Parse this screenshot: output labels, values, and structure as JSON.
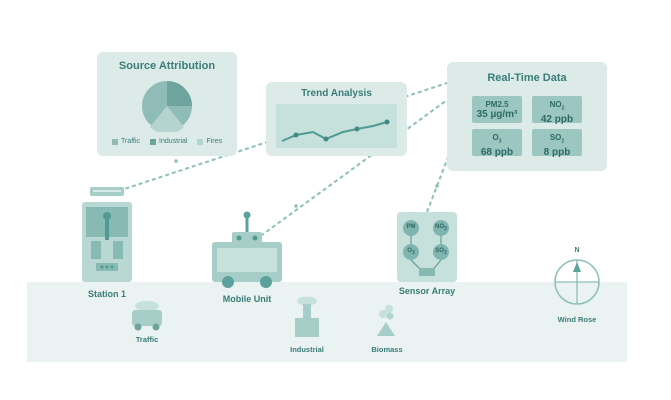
{
  "source_attribution": {
    "title": "Source Attribution",
    "legend": [
      "Traffic",
      "Industrial",
      "Fires"
    ],
    "colors": [
      "#8fbcb6",
      "#6fa39d",
      "#b4d4cf"
    ]
  },
  "trend": {
    "title": "Trend Analysis"
  },
  "realtime": {
    "title": "Real-Time Data",
    "tiles": [
      {
        "label": "PM2.5",
        "value": "35 µg/m³"
      },
      {
        "label": "NO",
        "sub": "2",
        "value": "42 ppb"
      },
      {
        "label": "O",
        "sub": "3",
        "value": "68 ppb"
      },
      {
        "label": "SO",
        "sub": "2",
        "value": "8 ppb"
      }
    ]
  },
  "stations": {
    "station1": "Station 1",
    "mobile": "Mobile Unit",
    "sensor_array": "Sensor Array",
    "sensor_labels": [
      "PM",
      "NO",
      "O",
      "SO"
    ],
    "sensor_subs": [
      "",
      "2",
      "3",
      "2"
    ]
  },
  "sources": {
    "traffic": "Traffic",
    "industrial": "Industrial",
    "biomass": "Biomass"
  },
  "wind": {
    "label": "Wind Rose",
    "north": "N"
  }
}
